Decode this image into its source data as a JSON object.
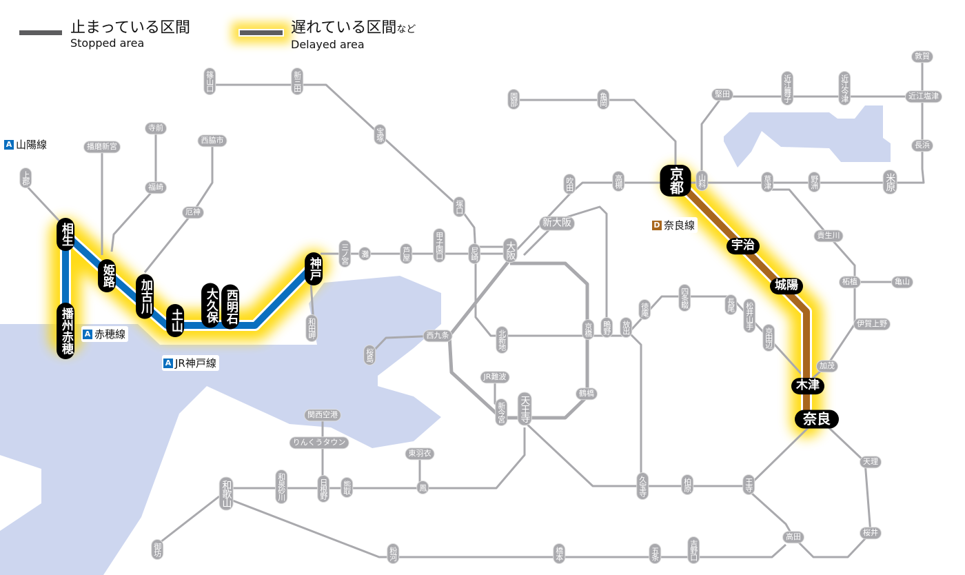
{
  "legend": {
    "stopped_jp": "止まっている区間",
    "stopped_en": "Stopped area",
    "delayed_jp": "遅れている区間",
    "delayed_suffix": "など",
    "delayed_en": "Delayed area"
  },
  "lines": {
    "sanyo": {
      "badge": "A",
      "name": "山陽線",
      "color": "#0a6fbf"
    },
    "ako": {
      "badge": "A",
      "name": "赤穂線",
      "color": "#0a6fbf"
    },
    "kobe": {
      "badge": "A",
      "name": "JR神戸線",
      "color": "#0a6fbf"
    },
    "nara": {
      "badge": "D",
      "name": "奈良線",
      "color": "#a8661d"
    }
  },
  "colors": {
    "delay_glow": "#ffd800",
    "network": "#a9a9ad",
    "water": "#cdd6ef"
  },
  "stations": {
    "sasayamaguchi": "篠山口",
    "shinsanda": "新三田",
    "takarazuka": "宝塚",
    "tsukaguchi": "塚口",
    "sonobe": "園部",
    "kameoka": "亀岡",
    "suita": "吹田",
    "takatsuki": "高槻",
    "shinosaka": "新大阪",
    "katata": "堅田",
    "omimaiko": "近江舞子",
    "omiimazu": "近江今津",
    "tsuruga": "敦賀",
    "omishiotsu": "近江塩津",
    "nagahama": "長浜",
    "maibara": "米原",
    "yasu": "野洲",
    "kusatsu": "草津",
    "yamashina": "山科",
    "kibukawa": "貴生川",
    "tsuge": "柘植",
    "kameyama": "亀山",
    "igaueno": "伊賀上野",
    "kamo": "加茂",
    "tenri": "天理",
    "sakurai": "桜井",
    "takada": "高田",
    "oji": "王寺",
    "kashiwara": "柏原",
    "kyuhoji": "久宝寺",
    "yoshinoguchi": "吉野口",
    "gojo": "五条",
    "hashimoto": "橋本",
    "kokawa": "粉河",
    "gobo": "御坊",
    "wakayama": "和歌山",
    "izumisunagawa": "和泉砂川",
    "hineno": "日根野",
    "kumatori": "熊取",
    "otori": "鳳",
    "higashihagoromo": "東羽衣",
    "rinku": "りんくうタウン",
    "kanku": "関西空港",
    "tennoji": "天王寺",
    "shinimamiya": "新今宮",
    "jrnamba": "JR難波",
    "tsuruhashi": "鶴橋",
    "kyobashi": "京橋",
    "shigino": "鴫野",
    "hanaten": "放出",
    "tokuan": "徳庵",
    "shijonawate": "四条畷",
    "nagao": "長尾",
    "matsuiyamate": "松井山手",
    "kyotanabe": "京田辺",
    "kitashinchi": "北新地",
    "nishikujo": "西九条",
    "sakurajima": "桜島",
    "amagasaki": "尼崎",
    "osaka": "大阪",
    "koshienguchi": "甲子園口",
    "ashiya": "芦屋",
    "nada": "灘",
    "sannomiya": "三ノ宮",
    "wadamisaki": "和田岬",
    "nishiwakishi": "西脇市",
    "yakujin": "厄神",
    "fukusaki": "福崎",
    "teramae": "寺前",
    "harimashingu": "播磨新宮",
    "kamigori": "上郡",
    "aioi": "相生",
    "himeji": "姫路",
    "kakogawa": "加古川",
    "tsuchiyama": "土山",
    "okubo": "大久保",
    "nishiakashi": "西明石",
    "kobe": "神戸",
    "banshuako": "播州赤穂",
    "kyoto": "京都",
    "uji": "宇治",
    "joyo": "城陽",
    "kizu": "木津",
    "nara": "奈良"
  }
}
